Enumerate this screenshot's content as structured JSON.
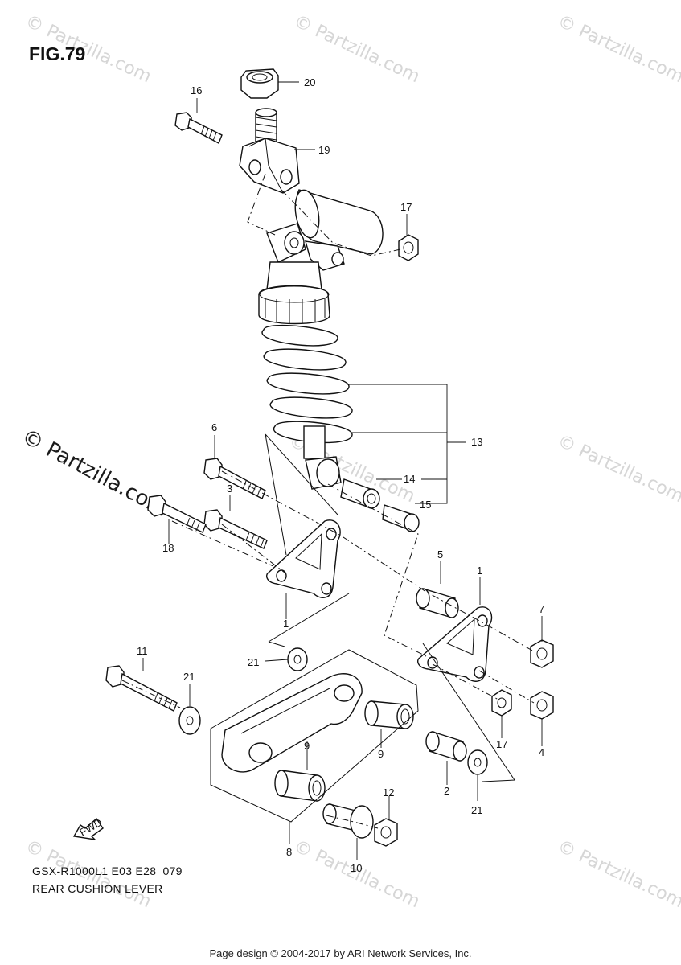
{
  "figure": {
    "title": "FIG.79",
    "model_code": "GSX-R1000L1 E03 E28_079",
    "caption": "REAR CUSHION LEVER"
  },
  "footer": "Page design © 2004-2017 by ARI Network Services, Inc.",
  "watermark": {
    "small": "© Partzilla.com",
    "large": "© Partzilla.com"
  },
  "fwd_badge": "FWD",
  "callouts": {
    "c1a": "1",
    "c1b": "1",
    "c2": "2",
    "c3": "3",
    "c4": "4",
    "c5": "5",
    "c6": "6",
    "c7": "7",
    "c8": "8",
    "c9a": "9",
    "c9b": "9",
    "c10": "10",
    "c11": "11",
    "c12": "12",
    "c13": "13",
    "c14": "14",
    "c15": "15",
    "c16": "16",
    "c17a": "17",
    "c17b": "17",
    "c18": "18",
    "c19": "19",
    "c20": "20",
    "c21a": "21",
    "c21b": "21",
    "c21c": "21"
  }
}
